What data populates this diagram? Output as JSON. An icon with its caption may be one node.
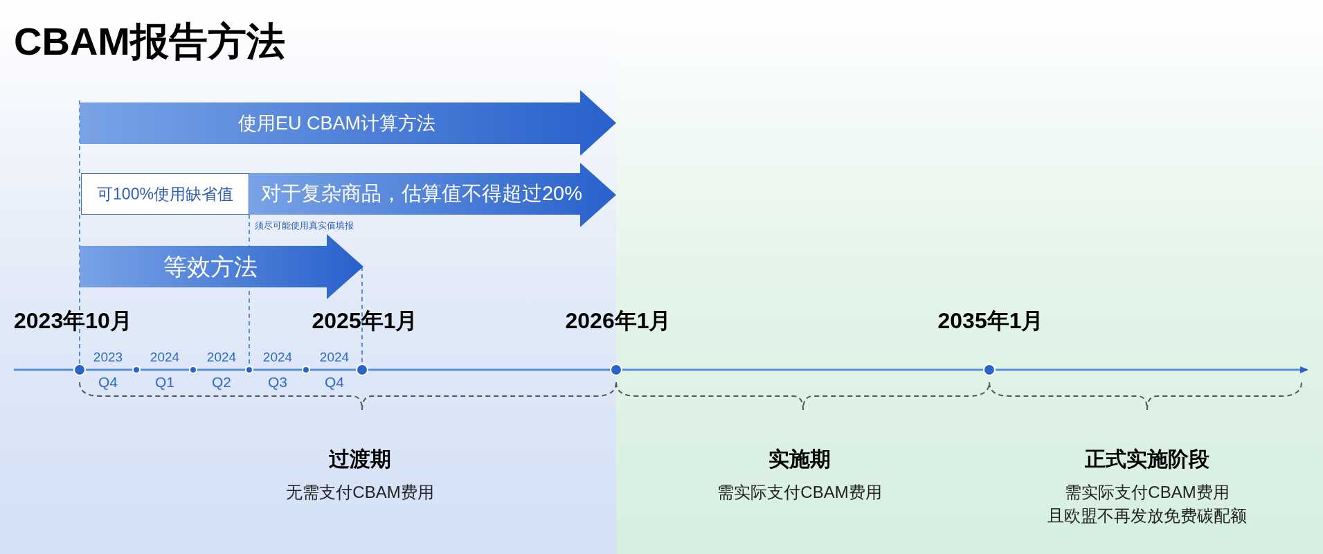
{
  "diagram": {
    "title": "CBAM报告方法",
    "nodes": [
      {
        "text": [
          "使用EU CBAM计算方法"
        ]
      },
      {
        "text": [
          "可100%使用缺省值"
        ]
      },
      {
        "text": [
          "对于复杂商品，估算值不得超过20%"
        ],
        "beside": [
          "须尽可能使用真实值填报"
        ]
      },
      {
        "text": [
          "等效方法"
        ]
      }
    ],
    "edges": [],
    "labels": [
      "2023年10月",
      "2025年1月",
      "2026年1月",
      "2035年1月",
      "2023",
      "2024",
      "2024",
      "2024",
      "2024",
      "Q4",
      "Q1",
      "Q2",
      "Q3",
      "Q4",
      "过渡期",
      "实施期",
      "正式实施阶段",
      "无需支付CBAM费用",
      "需实际支付CBAM费用",
      "需实际支付CBAM费用",
      "且欧盟不再发放免费碳配额"
    ]
  }
}
